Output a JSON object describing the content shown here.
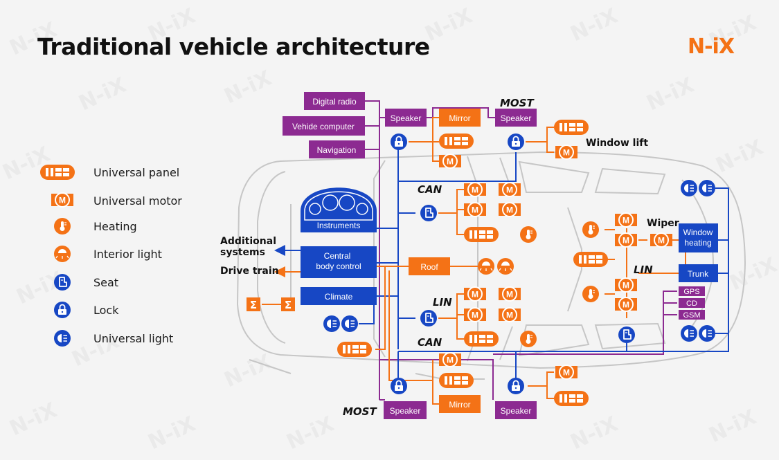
{
  "title": "Traditional vehicle architecture",
  "logo": "N-iX",
  "watermark": "N-iX",
  "colors": {
    "blue": "#1747c4",
    "orange": "#f47216",
    "purple": "#8c2a91",
    "car_outline": "#c6c6c6"
  },
  "legend": [
    {
      "icon": "universal-panel-icon",
      "label": "Universal panel"
    },
    {
      "icon": "universal-motor-icon",
      "label": "Universal motor"
    },
    {
      "icon": "heating-icon",
      "label": "Heating"
    },
    {
      "icon": "interior-light-icon",
      "label": "Interior light"
    },
    {
      "icon": "seat-icon",
      "label": "Seat"
    },
    {
      "icon": "lock-icon",
      "label": "Lock"
    },
    {
      "icon": "universal-light-icon",
      "label": "Universal light"
    }
  ],
  "bus_labels": {
    "most_top": "MOST",
    "most_bottom": "MOST",
    "can_top": "CAN",
    "can_bottom": "CAN",
    "lin_left": "LIN",
    "lin_right": "LIN"
  },
  "labels": {
    "window_lift": "Window lift",
    "wiper": "Wiper",
    "additional_systems_1": "Additional",
    "additional_systems_2": "systems",
    "drive_train": "Drive train"
  },
  "boxes": {
    "digital_radio": "Digital radio",
    "vehicle_computer": "Vehide computer",
    "navigation": "Navigation",
    "speaker_top_left": "Speaker",
    "speaker_top_right": "Speaker",
    "speaker_bottom_left": "Speaker",
    "speaker_bottom_right": "Speaker",
    "mirror_top": "Mirror",
    "mirror_bottom": "Mirror",
    "instruments": "Instruments",
    "central_body_control_1": "Central",
    "central_body_control_2": "body control",
    "climate": "Climate",
    "roof": "Roof",
    "window_heating_1": "Window",
    "window_heating_2": "heating",
    "trunk": "Trunk",
    "gps": "GPS",
    "cd": "CD",
    "gsm": "GSM"
  }
}
